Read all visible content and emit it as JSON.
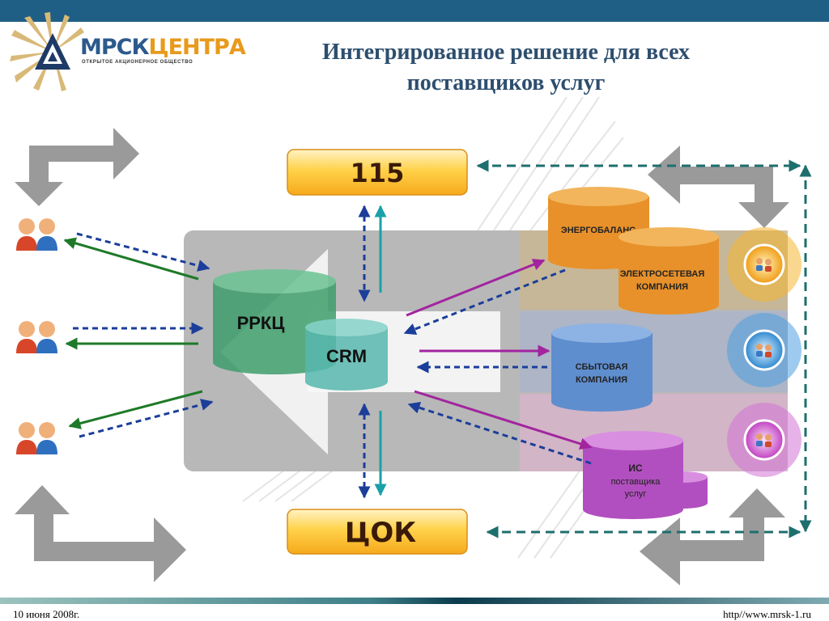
{
  "header": {
    "logo_main": "МРСК",
    "logo_accent": "ЦЕНТРА",
    "logo_sub": "ОТКРЫТОЕ АКЦИОНЕРНОЕ ОБЩЕСТВО",
    "title": "Интегрированное решение для всех поставщиков услуг"
  },
  "diagram": {
    "box_115": "115",
    "box_tsok": "ЦОК",
    "rrkc": "РРКЦ",
    "crm": "CRM",
    "energobalans": "ЭНЕРГОБАЛАНС",
    "setevaya_1": "ЭЛЕКТРОСЕТЕВАЯ",
    "setevaya_2": "КОМПАНИЯ",
    "sbyt_1": "СБЫТОВАЯ",
    "sbyt_2": "КОМПАНИЯ",
    "is_1": "ИС",
    "is_2": "поставщика",
    "is_3": "услуг"
  },
  "colors": {
    "header_bar": "#1f5f86",
    "title": "#2d4e6e",
    "orange_db": "#e8912a",
    "blue_db": "#5f8ecf",
    "purple_db": "#b24fc0",
    "green_db": "#4fae7e",
    "teal_db": "#5bc0b5",
    "dashed_blue": "#1b3e9a",
    "solid_green": "#1e7a28",
    "magenta": "#a2249f",
    "teal_arrow": "#1aa0a8",
    "dark_teal_dash": "#1d6f6e"
  },
  "footer": {
    "date": "10 июня 2008г.",
    "url": "http//www.mrsk-1.ru"
  }
}
